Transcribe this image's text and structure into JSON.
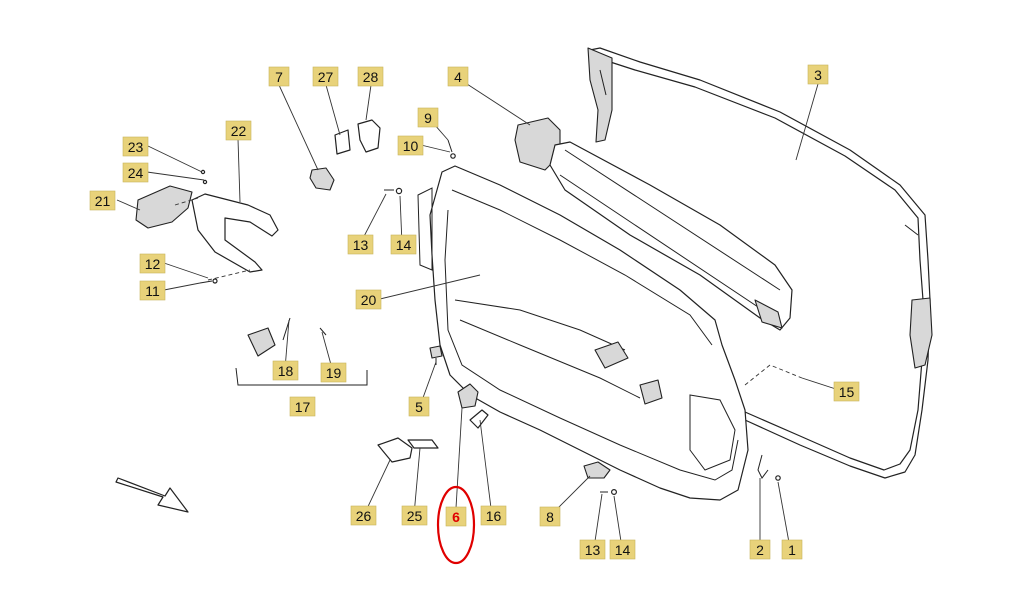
{
  "callouts": [
    {
      "id": "c1",
      "text": "1"
    },
    {
      "id": "c2",
      "text": "2"
    },
    {
      "id": "c3",
      "text": "3"
    },
    {
      "id": "c4",
      "text": "4"
    },
    {
      "id": "c5",
      "text": "5"
    },
    {
      "id": "c6",
      "text": "6"
    },
    {
      "id": "c7",
      "text": "7"
    },
    {
      "id": "c8",
      "text": "8"
    },
    {
      "id": "c9",
      "text": "9"
    },
    {
      "id": "c10",
      "text": "10"
    },
    {
      "id": "c11",
      "text": "11"
    },
    {
      "id": "c12",
      "text": "12"
    },
    {
      "id": "c13a",
      "text": "13"
    },
    {
      "id": "c13b",
      "text": "13"
    },
    {
      "id": "c14a",
      "text": "14"
    },
    {
      "id": "c14b",
      "text": "14"
    },
    {
      "id": "c15",
      "text": "15"
    },
    {
      "id": "c16",
      "text": "16"
    },
    {
      "id": "c17",
      "text": "17"
    },
    {
      "id": "c18",
      "text": "18"
    },
    {
      "id": "c19",
      "text": "19"
    },
    {
      "id": "c20",
      "text": "20"
    },
    {
      "id": "c21",
      "text": "21"
    },
    {
      "id": "c22",
      "text": "22"
    },
    {
      "id": "c23",
      "text": "23"
    },
    {
      "id": "c24",
      "text": "24"
    },
    {
      "id": "c25",
      "text": "25"
    },
    {
      "id": "c26",
      "text": "26"
    },
    {
      "id": "c27",
      "text": "27"
    },
    {
      "id": "c28",
      "text": "28"
    }
  ],
  "highlight": {
    "callout": "6",
    "color": "#e00000"
  },
  "colors": {
    "label_fill": "#e8d27a",
    "highlight_ring": "#e00000"
  }
}
